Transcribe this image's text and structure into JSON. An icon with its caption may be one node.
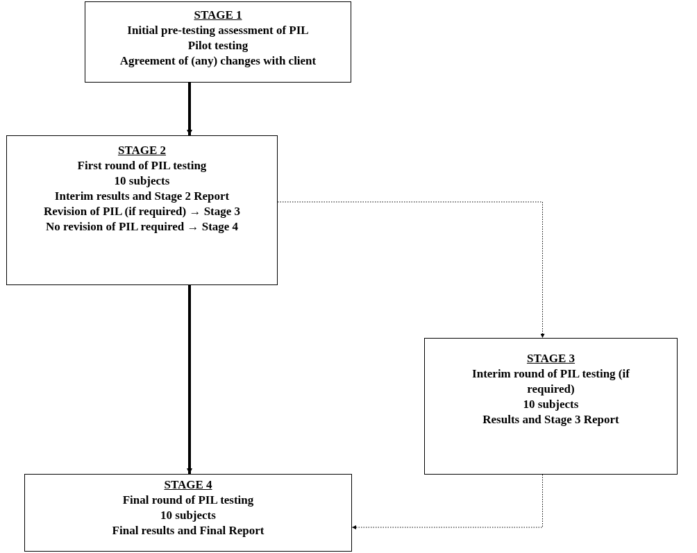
{
  "diagram": {
    "nodes": [
      {
        "text": [
          "STAGE 1",
          "Initial pre-testing assessment of PIL",
          "Pilot testing",
          "Agreement of (any) changes with client"
        ]
      },
      {
        "text": [
          "STAGE 2",
          "First round of PIL testing",
          "10 subjects",
          "Interim results and Stage 2 Report",
          "Revision of PIL (if required) → Stage 3",
          "No revision of PIL required → Stage 4"
        ]
      },
      {
        "text": [
          "STAGE 3",
          "Interim round of PIL testing (if required)",
          "10 subjects",
          "Results and Stage 3 Report"
        ]
      },
      {
        "text": [
          "STAGE 4",
          "Final round of PIL testing",
          "10 subjects",
          "Final results and Final Report"
        ]
      }
    ],
    "edges": [
      {
        "from": 0,
        "to": 1,
        "arrow": "to",
        "style": "thick"
      },
      {
        "from": 1,
        "to": 3,
        "arrow": "to",
        "style": "thick"
      },
      {
        "from": 1,
        "to": 2,
        "arrow": "to",
        "style": "dashed"
      },
      {
        "from": 2,
        "to": 3,
        "arrow": "to",
        "style": "dashed"
      }
    ]
  }
}
